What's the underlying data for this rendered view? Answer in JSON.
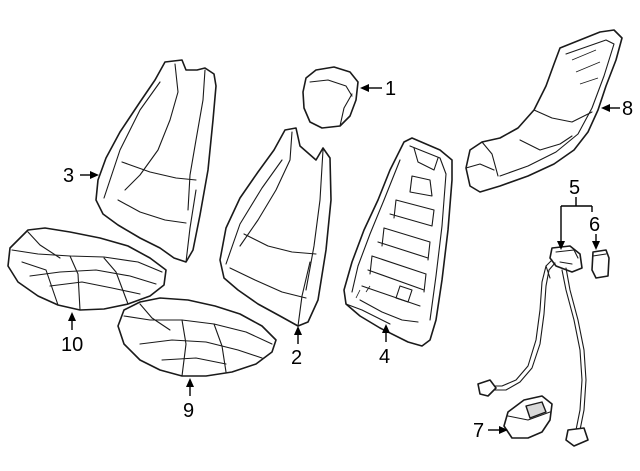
{
  "callouts": {
    "c1": "1",
    "c2": "2",
    "c3": "3",
    "c4": "4",
    "c5": "5",
    "c6": "6",
    "c7": "7",
    "c8": "8",
    "c9": "9",
    "c10": "10"
  }
}
